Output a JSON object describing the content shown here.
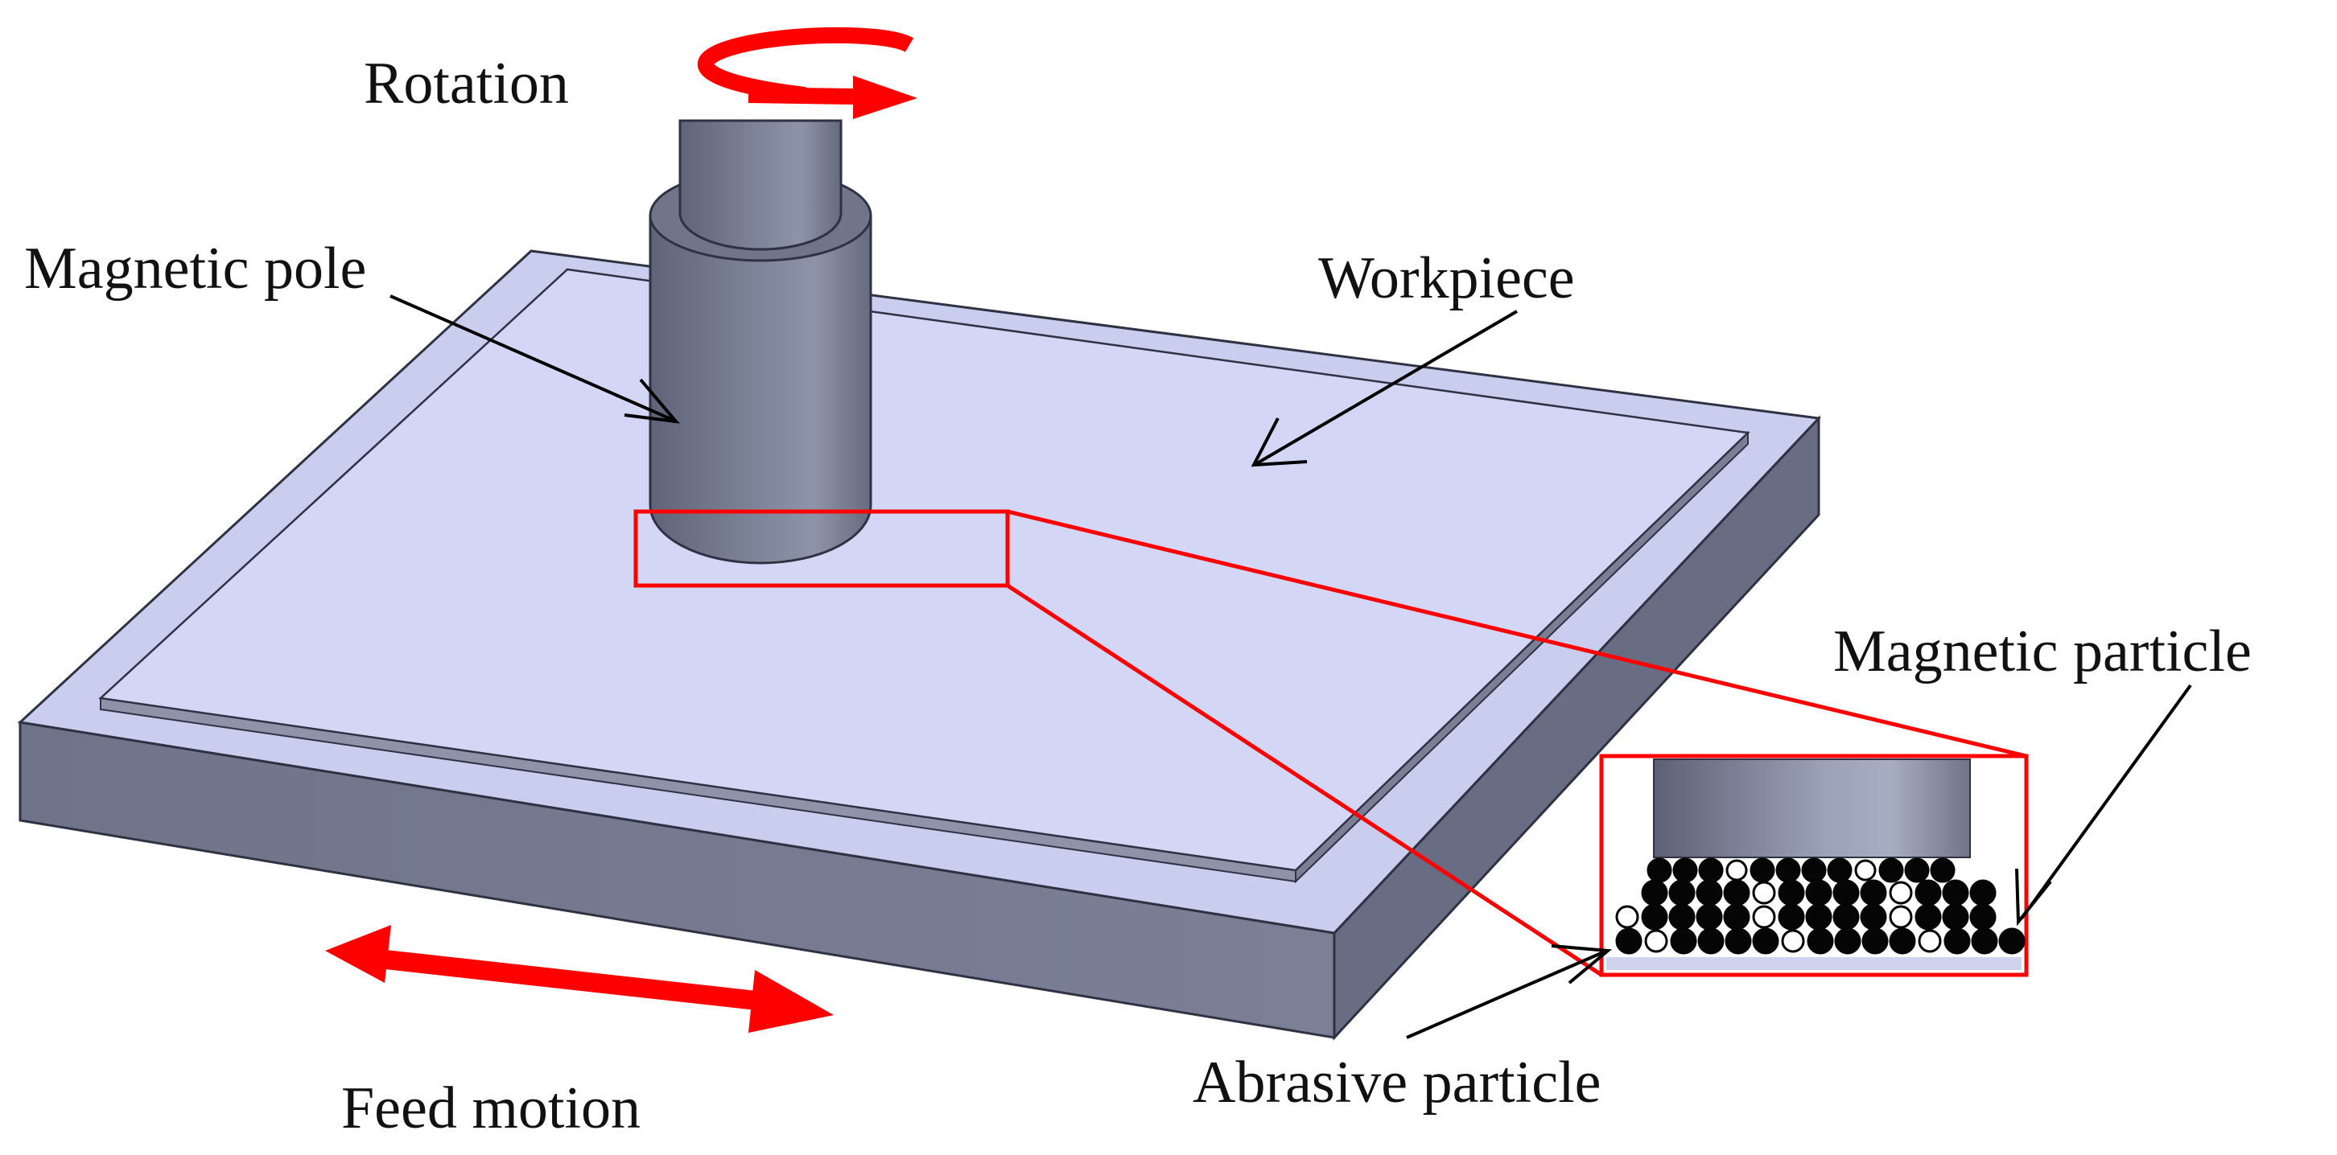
{
  "labels": {
    "rotation": "Rotation",
    "magnetic_pole": "Magnetic pole",
    "workpiece": "Workpiece",
    "magnetic_particle": "Magnetic particle",
    "abrasive_particle": "Abrasive particle",
    "feed_motion": "Feed motion"
  },
  "colors": {
    "motion_arrow": "#ff0000",
    "highlight_box": "#ff0000",
    "workpiece_top": "#d3d7f5",
    "pole_body": "#767c91",
    "leader_line": "#000000"
  }
}
